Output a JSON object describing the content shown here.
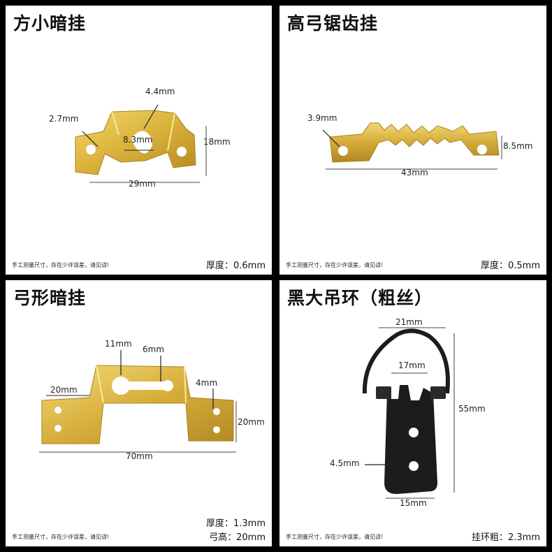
{
  "panels": [
    {
      "title": "方小暗挂",
      "dims": {
        "hole": "2.7mm",
        "top_hole": "4.4mm",
        "gap": "8.3mm",
        "height": "18mm",
        "width": "29mm"
      },
      "note": "手工测量尺寸，存在少许误差，请见谅!",
      "specs": [
        "厚度：0.6mm"
      ]
    },
    {
      "title": "高弓锯齿挂",
      "dims": {
        "hole": "3.9mm",
        "height": "8.5mm",
        "width": "43mm"
      },
      "note": "手工测量尺寸，存在少许误差，请见谅!",
      "specs": [
        "厚度：0.5mm"
      ]
    },
    {
      "title": "弓形暗挂",
      "dims": {
        "key_hole": "11mm",
        "slot": "6mm",
        "side_hole": "4mm",
        "flange": "20mm",
        "height": "20mm",
        "width": "70mm"
      },
      "note": "手工测量尺寸，存在少许误差，请见谅!",
      "specs": [
        "厚度：1.3mm",
        "弓高：20mm"
      ]
    },
    {
      "title": "黑大吊环（粗丝）",
      "dims": {
        "ring_width": "21mm",
        "inner": "17mm",
        "height": "55mm",
        "hole": "4.5mm",
        "plate_width": "15mm"
      },
      "note": "手工测量尺寸，存在少许误差，请见谅!",
      "specs": [
        "挂环粗：2.3mm"
      ]
    }
  ],
  "colors": {
    "gold": "#d9b13a",
    "gold_dark": "#a9821d",
    "black_metal": "#1c1c1c",
    "divider": "#000000"
  }
}
